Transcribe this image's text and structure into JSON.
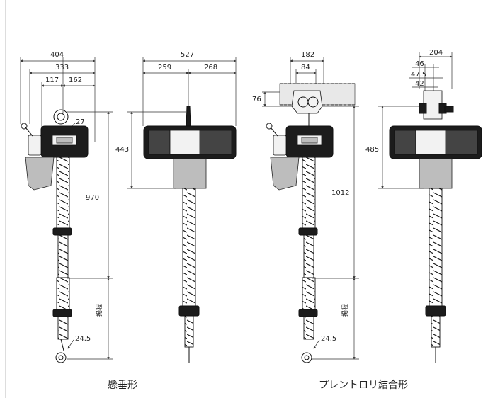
{
  "views": {
    "pendant_side": {
      "caption": "懸垂形",
      "dims": {
        "d404": "404",
        "d333": "333",
        "d117": "117",
        "d162": "162",
        "d27": "27",
        "d970": "970",
        "d245": "24.5",
        "vlabel": "揚程"
      }
    },
    "pendant_front": {
      "dims": {
        "d527": "527",
        "d259": "259",
        "d268": "268",
        "d443": "443"
      }
    },
    "trolley_side": {
      "caption": "プレントロリ結合形",
      "dims": {
        "d182": "182",
        "d84": "84",
        "d76": "76",
        "d1012": "1012",
        "d245": "24.5",
        "vlabel": "揚程"
      }
    },
    "trolley_front": {
      "dims": {
        "d204": "204",
        "d46": "46",
        "d475": "47.5",
        "d42": "42",
        "d485": "485"
      }
    }
  }
}
